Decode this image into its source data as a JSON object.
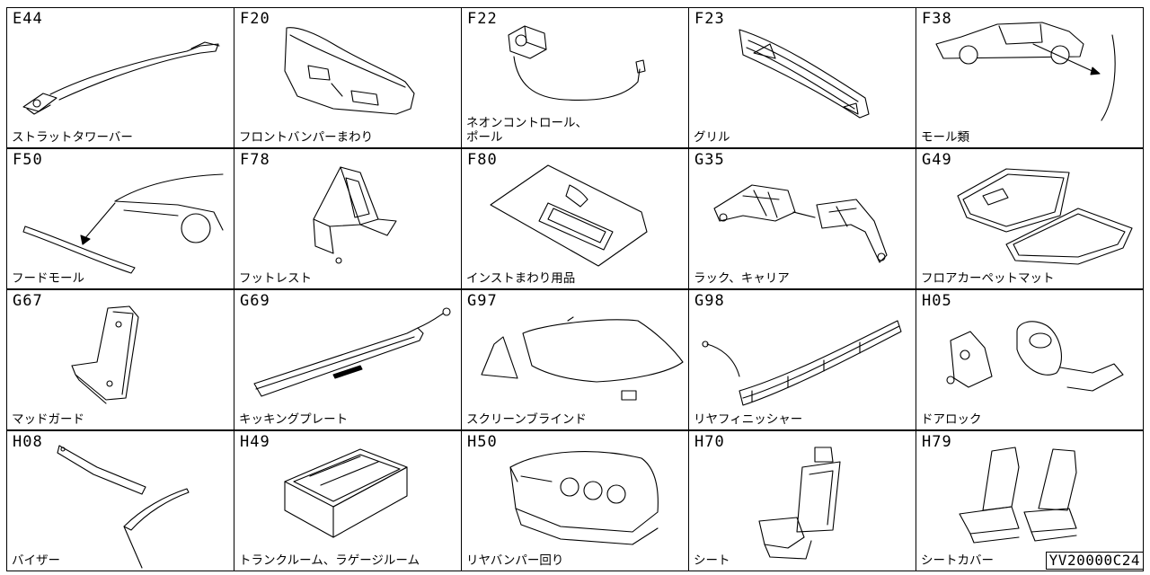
{
  "reference_code": "YV20000C24",
  "parts": [
    {
      "code": "E44",
      "label": "ストラットタワーバー"
    },
    {
      "code": "F20",
      "label": "フロントバンパーまわり"
    },
    {
      "code": "F22",
      "label": "ネオンコントロール、\nポール"
    },
    {
      "code": "F23",
      "label": "グリル"
    },
    {
      "code": "F38",
      "label": "モール類"
    },
    {
      "code": "F50",
      "label": "フードモール"
    },
    {
      "code": "F78",
      "label": "フットレスト"
    },
    {
      "code": "F80",
      "label": "インストまわり用品"
    },
    {
      "code": "G35",
      "label": "ラック、キャリア"
    },
    {
      "code": "G49",
      "label": "フロアカーペットマット"
    },
    {
      "code": "G67",
      "label": "マッドガード"
    },
    {
      "code": "G69",
      "label": "キッキングプレート"
    },
    {
      "code": "G97",
      "label": "スクリーンブラインド"
    },
    {
      "code": "G98",
      "label": "リヤフィニッシャー"
    },
    {
      "code": "H05",
      "label": "ドアロック"
    },
    {
      "code": "H08",
      "label": "バイザー"
    },
    {
      "code": "H49",
      "label": "トランクルーム、ラゲージルーム"
    },
    {
      "code": "H50",
      "label": "リヤバンパー回り"
    },
    {
      "code": "H70",
      "label": "シート"
    },
    {
      "code": "H79",
      "label": "シートカバー"
    }
  ]
}
